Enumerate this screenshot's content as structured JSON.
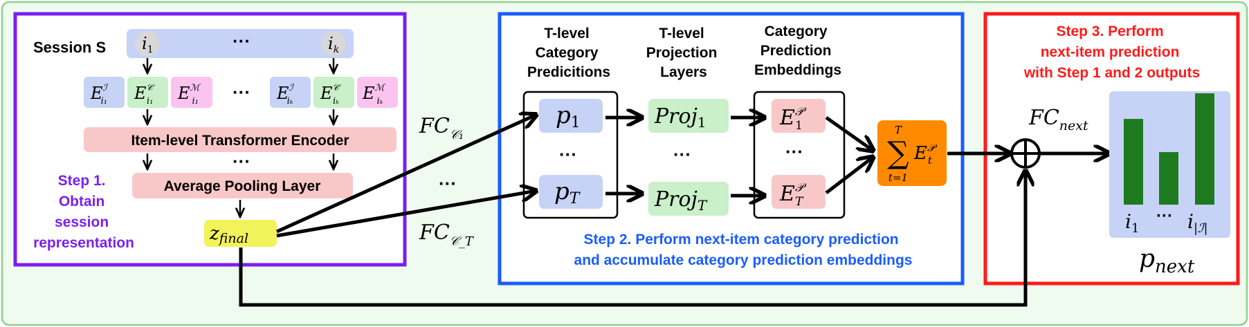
{
  "colors": {
    "background": "#eefbee",
    "outer_border": "#8fd08f",
    "step1_border": "#7a1ff0",
    "step2_border": "#1a5cff",
    "step3_border": "#ff1a1a",
    "session_bar": "#c6d3f6",
    "item_circle": "#d8d8d8",
    "emb_blue": "#c6d3f6",
    "emb_green": "#c9f0c9",
    "emb_pink": "#fbc4f0",
    "encoder_pink": "#f8c8c8",
    "zfinal_yellow": "#f2f25a",
    "sum_orange": "#ff8a00",
    "bar_green": "#1e7a1e",
    "step1_text": "#7a1ff0",
    "step2_text": "#1a5cff",
    "step3_text": "#ff1a1a"
  },
  "step1": {
    "session_label": "Session S",
    "item_first": "i",
    "item_first_sub": "1",
    "item_last": "i",
    "item_last_sub": "k",
    "dots": "···",
    "emb": {
      "I1_base": "E",
      "I1_sup": "ℐ",
      "I1_sub": "i₁",
      "C1_base": "E",
      "C1_sup": "𝒞",
      "C1_sub": "i₁",
      "M1_base": "E",
      "M1_sup": "ℳ",
      "M1_sub": "i₁",
      "Ik_base": "E",
      "Ik_sup": "ℐ",
      "Ik_sub": "iₖ",
      "Ck_base": "E",
      "Ck_sup": "𝒞",
      "Ck_sub": "iₖ",
      "Mk_base": "E",
      "Mk_sup": "ℳ",
      "Mk_sub": "iₖ"
    },
    "encoder_label": "Item-level Transformer Encoder",
    "pooling_label": "Average Pooling Layer",
    "z_final_base": "z",
    "z_final_sub": "final",
    "caption_lines": [
      "Step 1.",
      "Obtain",
      "session",
      "representation"
    ]
  },
  "middle": {
    "fc_c1_base": "FC",
    "fc_c1_sub": "𝒞₁",
    "fc_ct_base": "FC",
    "fc_ct_sub": "𝒞_T",
    "dots": "···"
  },
  "step2": {
    "col1_header": [
      "T-level",
      "Category",
      "Predicitions"
    ],
    "col2_header": [
      "T-level",
      "Projection",
      "Layers"
    ],
    "col3_header": [
      "Category",
      "Prediction",
      "Embeddings"
    ],
    "p1_base": "p",
    "p1_sub": "1",
    "pT_base": "p",
    "pT_sub": "T",
    "proj1_base": "Proj",
    "proj1_sub": "1",
    "projT_base": "Proj",
    "projT_sub": "T",
    "e1_base": "E",
    "e1_sup": "𝒫",
    "e1_sub": "1",
    "eT_base": "E",
    "eT_sup": "𝒫",
    "eT_sub": "T",
    "sum_symbol": "∑",
    "sum_top": "T",
    "sum_bottom": "t=1",
    "sum_term_base": "E",
    "sum_term_sup": "𝒫",
    "sum_term_sub": "t",
    "dots": "···",
    "caption_lines": [
      "Step 2. Perform next-item category prediction",
      "and accumulate category prediction embeddings"
    ]
  },
  "step3": {
    "title_lines": [
      "Step 3. Perform",
      "next-item prediction",
      "with Step 1 and 2 outputs"
    ],
    "fc_next_base": "FC",
    "fc_next_sub": "next",
    "plus_symbol": "⊕",
    "bar_labels": {
      "first_base": "i",
      "first_sub": "1",
      "dots": "···",
      "last_base": "i",
      "last_sub": "|ℐ|"
    },
    "output_base": "p",
    "output_sub": "next"
  },
  "bar_levels": [
    0.77,
    0.47,
    1.0
  ]
}
